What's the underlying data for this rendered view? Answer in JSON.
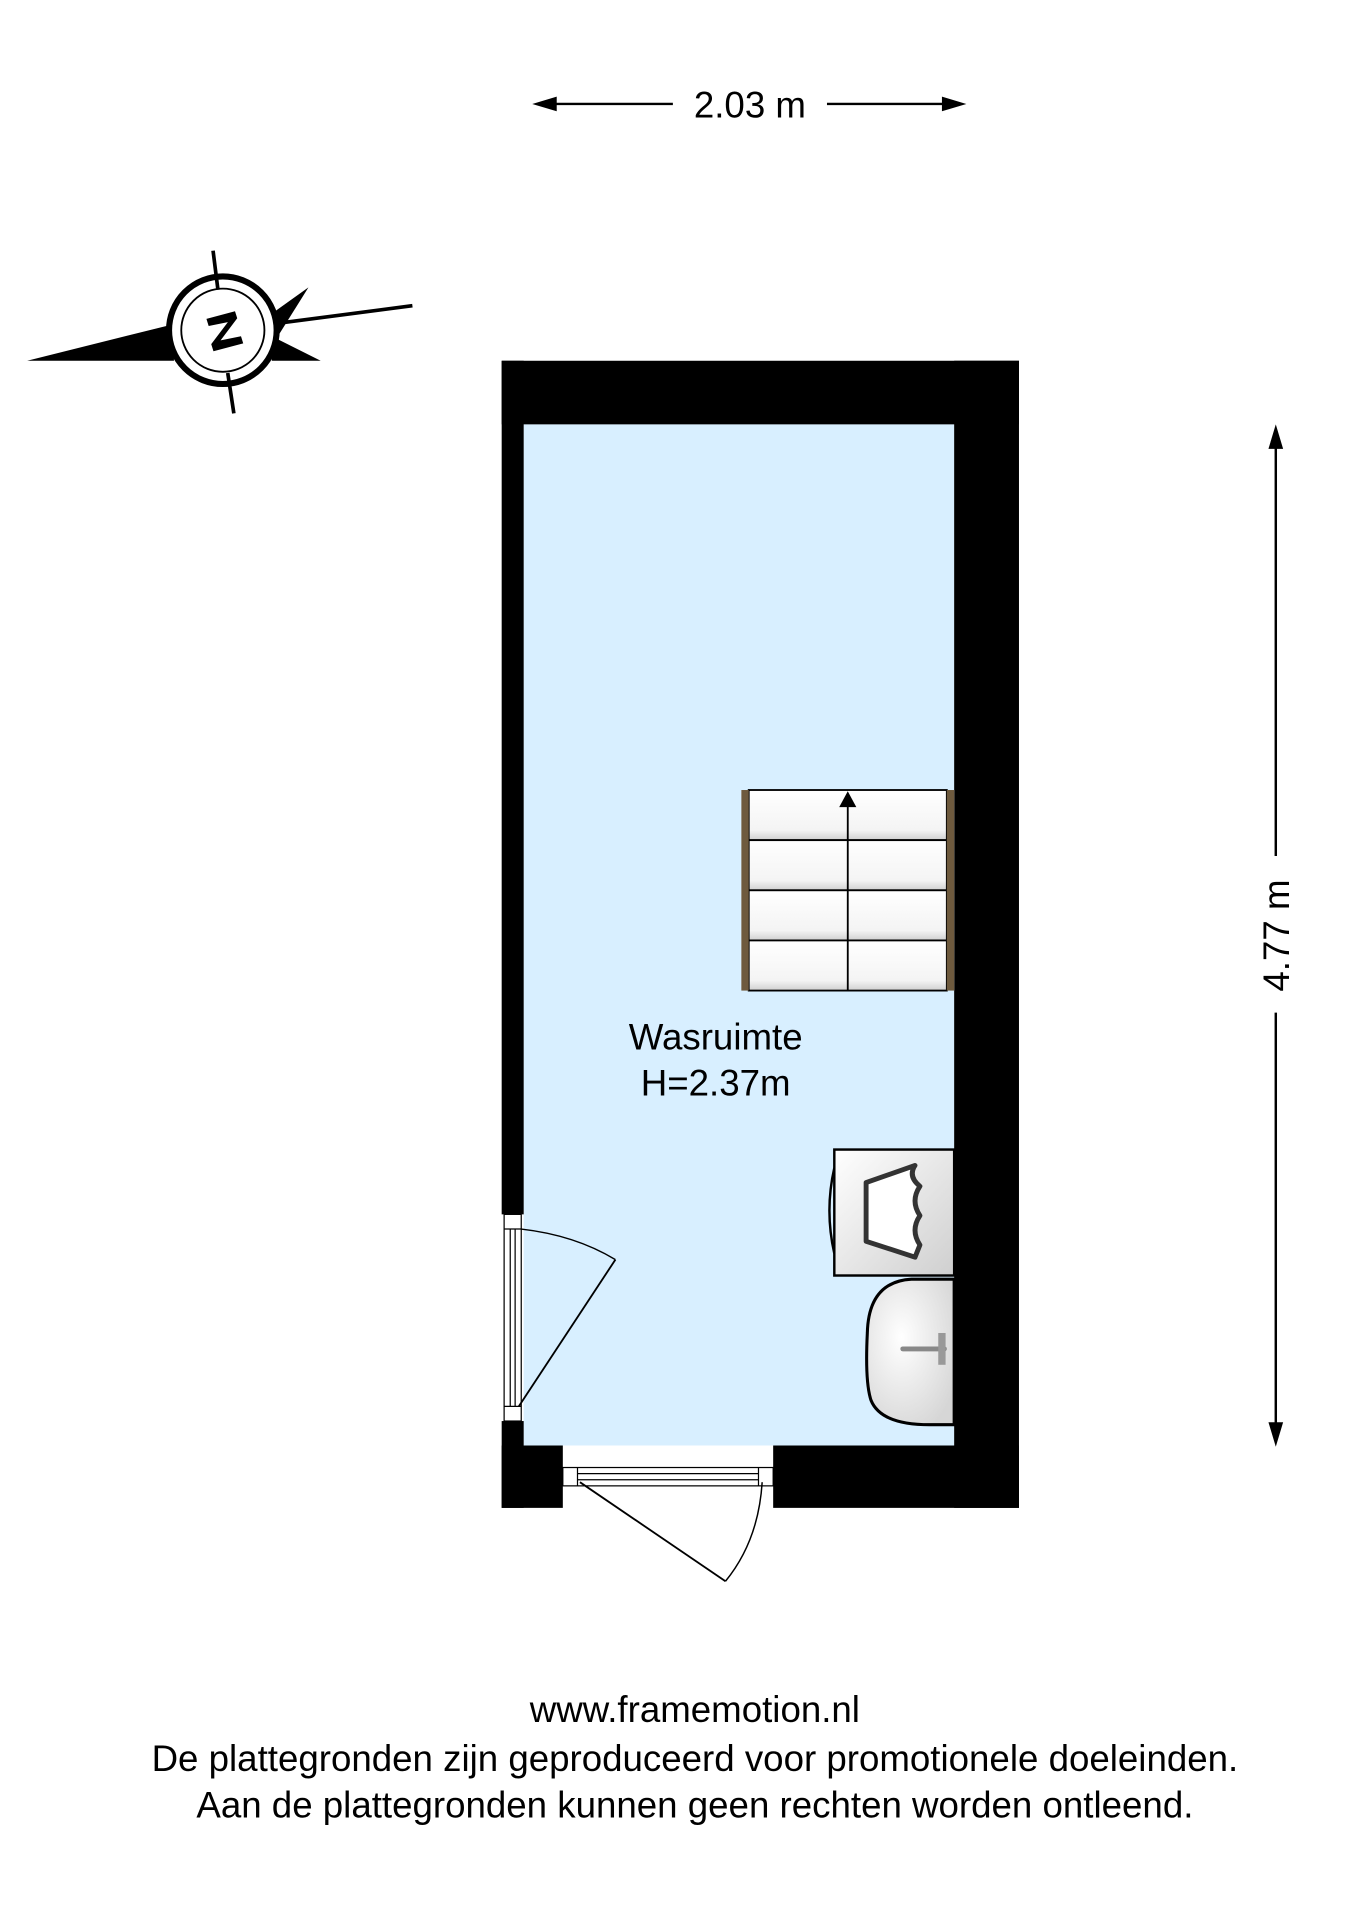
{
  "dimensions": {
    "width_label": "2.03 m",
    "height_label": "4.77 m"
  },
  "compass": {
    "label": "N",
    "icon": "compass-north-icon"
  },
  "room": {
    "name": "Wasruimte",
    "height": "H=2.37m",
    "floor_color": "#d8efff",
    "wall_color": "#000000"
  },
  "footer": {
    "website": "www.framemotion.nl",
    "disclaimer_1": "De plattegronden zijn geproduceerd voor promotionele doeleinden.",
    "disclaimer_2": "Aan de plattegronden kunnen geen rechten worden ontleend."
  }
}
